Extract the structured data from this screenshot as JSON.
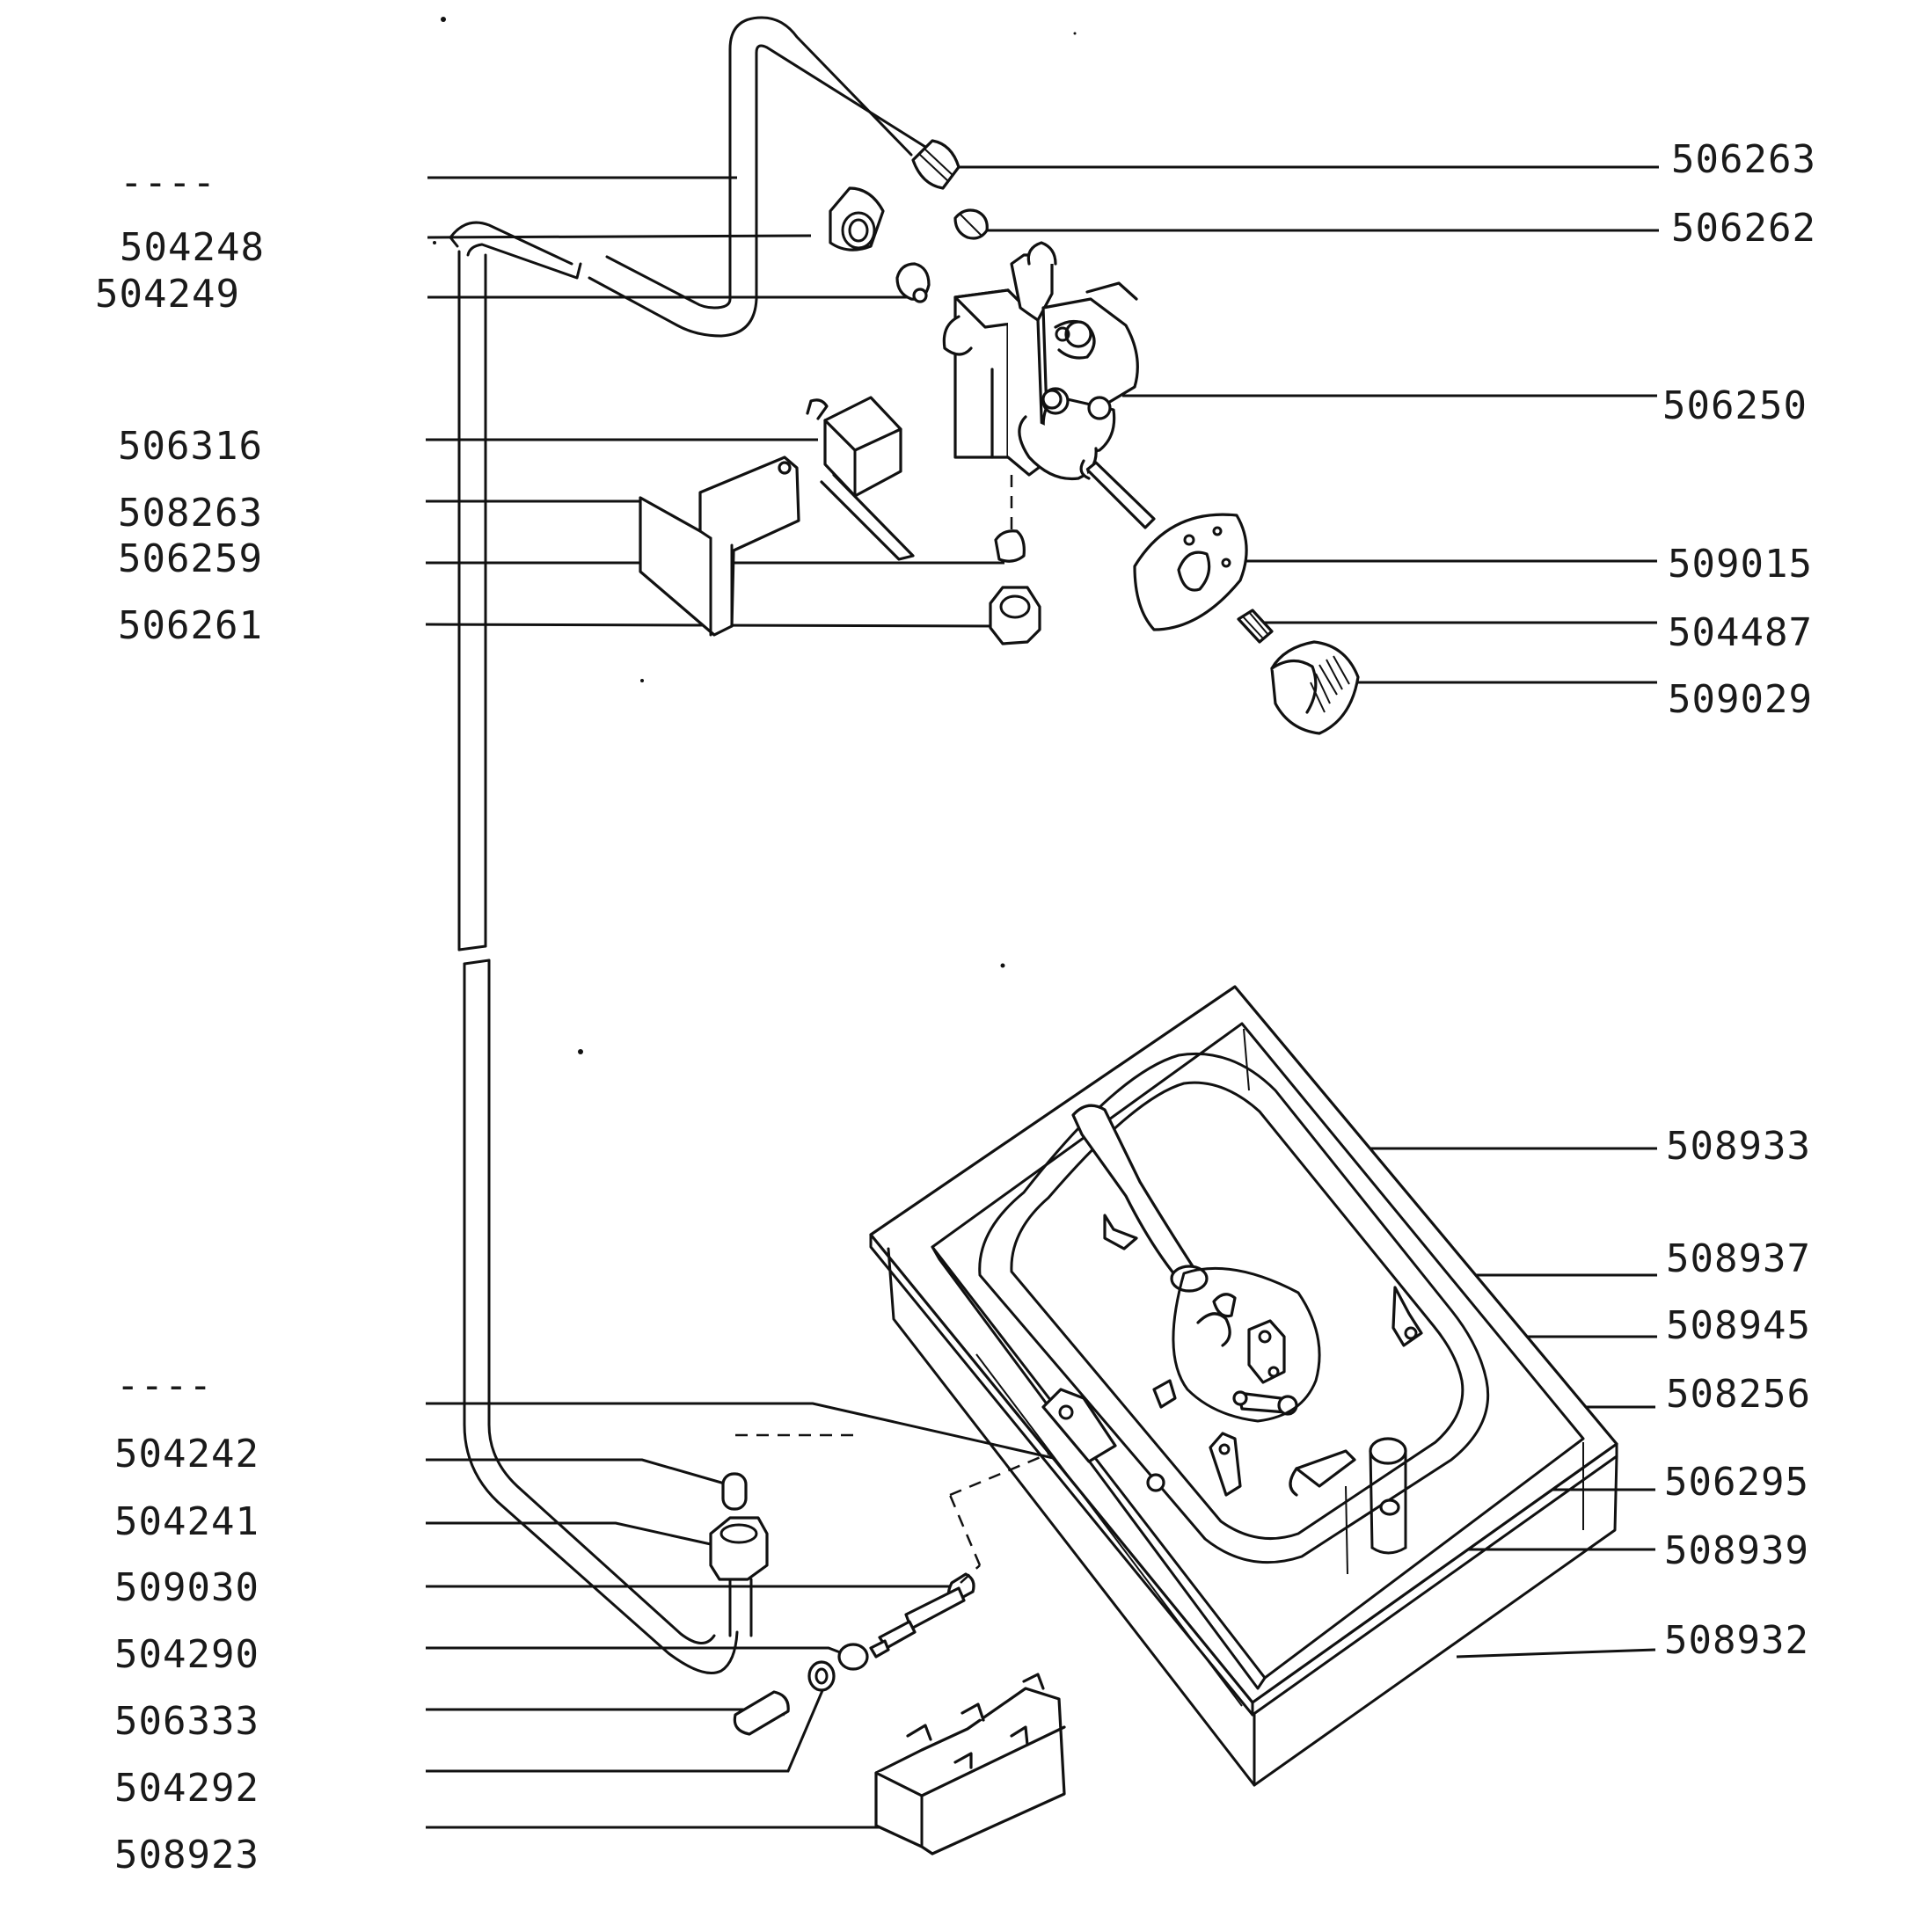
{
  "labels_left": [
    {
      "id": "dashes-top",
      "text": "----"
    },
    {
      "id": "504248",
      "text": "504248"
    },
    {
      "id": "504249",
      "text": "504249"
    },
    {
      "id": "506316",
      "text": "506316"
    },
    {
      "id": "508263",
      "text": "508263"
    },
    {
      "id": "506259",
      "text": "506259"
    },
    {
      "id": "506261",
      "text": "506261"
    },
    {
      "id": "dashes-bottom",
      "text": "----"
    },
    {
      "id": "504242",
      "text": "504242"
    },
    {
      "id": "504241",
      "text": "504241"
    },
    {
      "id": "509030",
      "text": "509030"
    },
    {
      "id": "504290",
      "text": "504290"
    },
    {
      "id": "506333",
      "text": "506333"
    },
    {
      "id": "504292",
      "text": "504292"
    },
    {
      "id": "508923",
      "text": "508923"
    }
  ],
  "labels_right": [
    {
      "id": "506263",
      "text": "506263"
    },
    {
      "id": "506262",
      "text": "506262"
    },
    {
      "id": "506250",
      "text": "506250"
    },
    {
      "id": "509015",
      "text": "509015"
    },
    {
      "id": "504487",
      "text": "504487"
    },
    {
      "id": "509029",
      "text": "509029"
    },
    {
      "id": "508933",
      "text": "508933"
    },
    {
      "id": "508937",
      "text": "508937"
    },
    {
      "id": "508945",
      "text": "508945"
    },
    {
      "id": "508256",
      "text": "508256"
    },
    {
      "id": "506295",
      "text": "506295"
    },
    {
      "id": "508939",
      "text": "508939"
    },
    {
      "id": "508932",
      "text": "508932"
    }
  ]
}
